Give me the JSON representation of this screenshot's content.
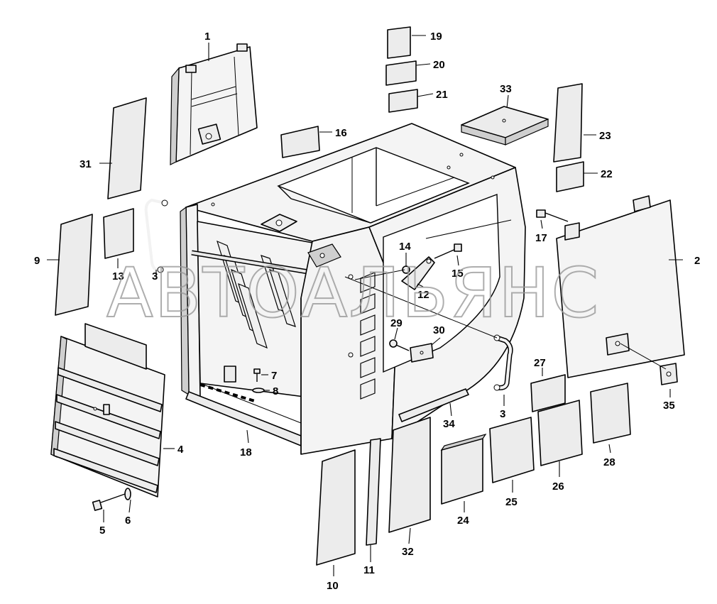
{
  "watermark": "АВТОАЛЬЯНС",
  "callouts": {
    "c1": "1",
    "c2": "2",
    "c3a": "3",
    "c3b": "3",
    "c4": "4",
    "c5": "5",
    "c6": "6",
    "c7": "7",
    "c8": "8",
    "c9": "9",
    "c10": "10",
    "c11": "11",
    "c12": "12",
    "c13": "13",
    "c14": "14",
    "c15": "15",
    "c16": "16",
    "c17": "17",
    "c18": "18",
    "c19": "19",
    "c20": "20",
    "c21": "21",
    "c22": "22",
    "c23": "23",
    "c24": "24",
    "c25": "25",
    "c26": "26",
    "c27": "27",
    "c28": "28",
    "c29": "29",
    "c30": "30",
    "c31": "31",
    "c32": "32",
    "c33": "33",
    "c34": "34",
    "c35": "35"
  }
}
